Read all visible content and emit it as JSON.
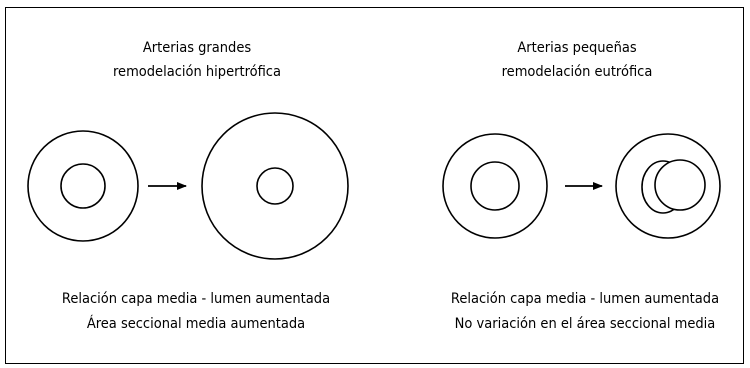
{
  "left_panel": {
    "title_line1": "Arterias grandes",
    "title_line2": "remodelación hipertrófica",
    "caption_line1": "Relación capa media - lumen aumentada",
    "caption_line2": "Área seccional media aumentada"
  },
  "right_panel": {
    "title_line1": "Arterias pequeñas",
    "title_line2": "remodelación eutrófica",
    "caption_line1": "Relación capa media - lumen aumentada",
    "caption_line2": "No variación en el área seccional media"
  },
  "colors": {
    "stroke": "#000000",
    "background": "#ffffff"
  }
}
